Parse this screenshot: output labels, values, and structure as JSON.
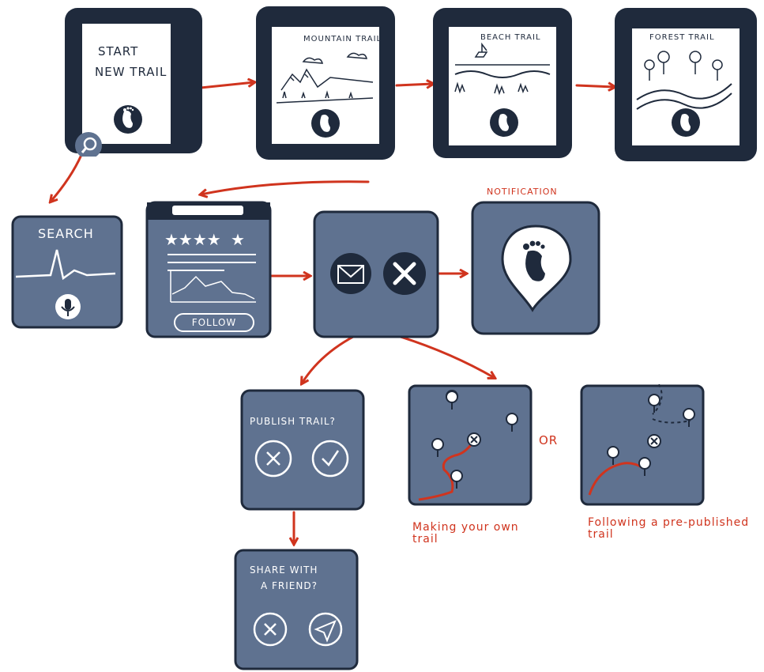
{
  "screens": {
    "start": {
      "line1": "START",
      "line2": "NEW TRAIL"
    },
    "mountain": {
      "title": "MOUNTAIN TRAIL"
    },
    "beach": {
      "title": "BEACH TRAIL"
    },
    "forest": {
      "title": "FOREST TRAIL"
    },
    "search": {
      "title": "SEARCH"
    },
    "trail_detail": {
      "rating_stars": 4.5,
      "follow_label": "FOLLOW"
    },
    "notification": {
      "label": "NOTIFICATION"
    },
    "publish": {
      "title": "PUBLISH TRAIL?"
    },
    "share": {
      "line1": "SHARE WITH",
      "line2": "A FRIEND?"
    }
  },
  "annotations": {
    "or": "OR",
    "own_trail": "Making your own trail",
    "pre_published": "Following a pre-published trail"
  },
  "colors": {
    "navy": "#1f2a3c",
    "slate": "#5f7290",
    "red": "#d0341e",
    "white": "#ffffff"
  },
  "icons": [
    "footprint-icon",
    "search-icon",
    "microphone-icon",
    "map-icon",
    "close-icon",
    "check-icon",
    "send-icon",
    "map-pin-icon"
  ]
}
